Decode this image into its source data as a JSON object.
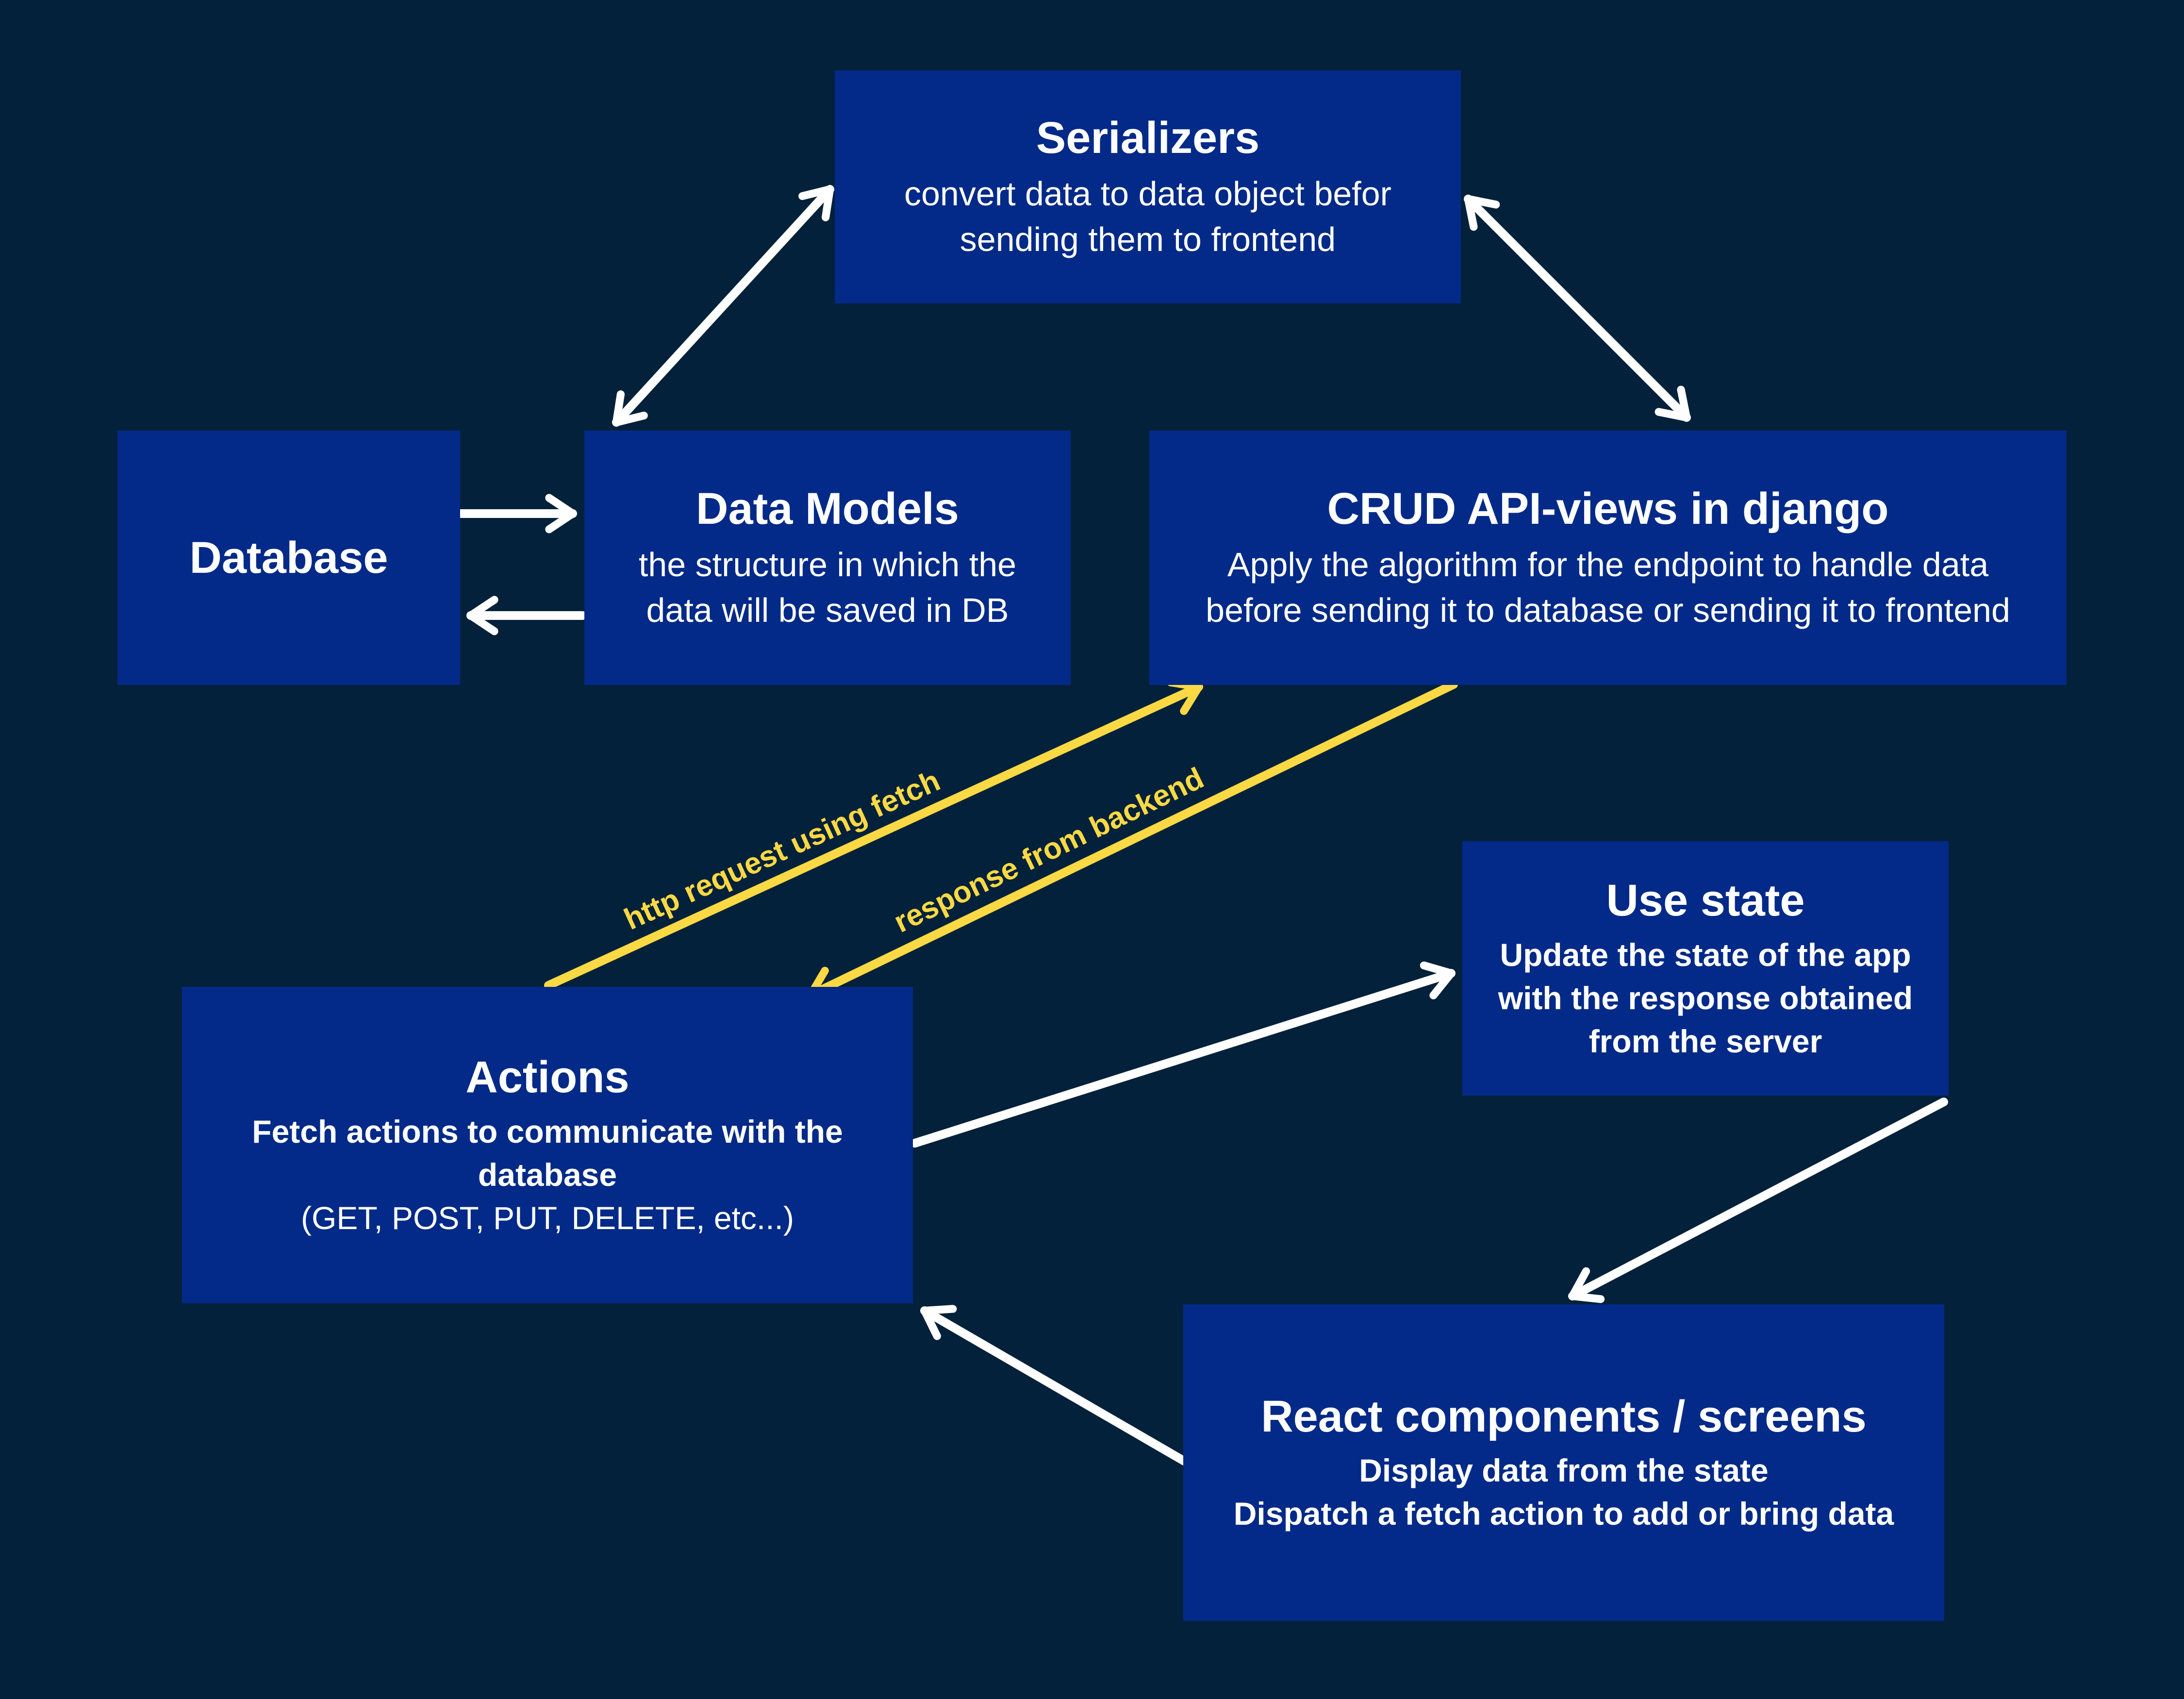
{
  "colors": {
    "background": "#03213a",
    "box": "#032a88",
    "text": "#ffffff",
    "arrow": "#ffffff",
    "highlight_arrow": "#fbd944"
  },
  "nodes": {
    "serializers": {
      "title": "Serializers",
      "description": "convert data to data object befor\nsending them to frontend"
    },
    "database": {
      "title": "Database"
    },
    "data_models": {
      "title": "Data Models",
      "description": "the structure in which the\ndata will be saved in DB"
    },
    "crud_views": {
      "title": "CRUD API-views in django",
      "description": "Apply the algorithm for the endpoint to handle data\nbefore sending it to database or sending it to frontend"
    },
    "use_state": {
      "title": "Use state",
      "description": "Update the state of the app\nwith the response obtained\nfrom the server"
    },
    "actions": {
      "title": "Actions",
      "description_bold": "Fetch  actions to   communicate with the\ndatabase",
      "description": "(GET, POST, PUT, DELETE, etc...)"
    },
    "react_components": {
      "title": "React components / screens",
      "description": "Display data from the state\nDispatch a fetch action to add or bring data"
    }
  },
  "edges": {
    "http_request": {
      "label": "http request using fetch"
    },
    "response": {
      "label": "response from backend"
    }
  }
}
